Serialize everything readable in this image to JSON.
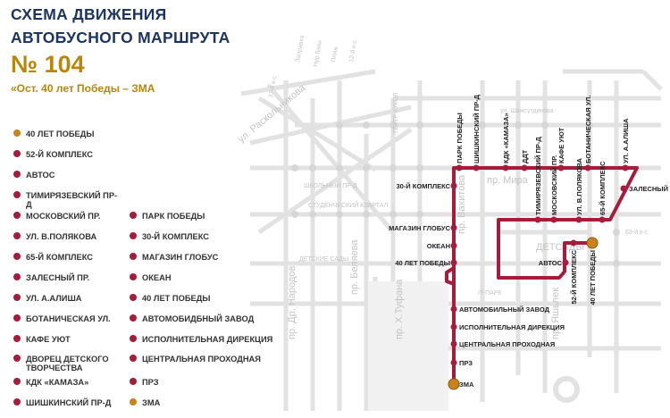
{
  "header": {
    "title_line1": "СХЕМА ДВИЖЕНИЯ",
    "title_line2": "АВТОБУСНОГО МАРШРУТА",
    "route_number": "№ 104",
    "route_name": "«Ост. 40 лет Победы – ЗМА"
  },
  "colors": {
    "route": "#a61c3c",
    "terminal": "#c8841a",
    "title": "#1d3461",
    "accent": "#b8860b",
    "streets": "#dcdcdc"
  },
  "legend": {
    "left": [
      {
        "label": "40 ЛЕТ ПОБЕДЫ",
        "terminal": true
      },
      {
        "label": "52-Й КОМПЛЕКС"
      },
      {
        "label": "АВТОС"
      },
      {
        "label": "ТИМИРЯЗЕВСКИЙ ПР-Д"
      },
      {
        "label": "МОСКОВСКИЙ ПР."
      },
      {
        "label": "УЛ. В.ПОЛЯКОВА"
      },
      {
        "label": "65-Й КОМПЛЕКС"
      },
      {
        "label": "ЗАЛЕСНЫЙ ПР."
      },
      {
        "label": "УЛ. А.АЛИША"
      },
      {
        "label": "БОТАНИЧЕСКАЯ УЛ."
      },
      {
        "label": "КАФЕ УЮТ"
      },
      {
        "label": "ДВОРЕЦ ДЕТСКОГО ТВОРЧЕСТВА"
      },
      {
        "label": "КДК «КАМАЗА»"
      },
      {
        "label": "ШИШКИНСКИЙ ПР-Д"
      }
    ],
    "right": [
      {
        "label": "ПАРК ПОБЕДЫ"
      },
      {
        "label": "30-Й КОМПЛЕКС"
      },
      {
        "label": "МАГАЗИН ГЛОБУС"
      },
      {
        "label": "ОКЕАН"
      },
      {
        "label": "40 ЛЕТ ПОБЕДЫ"
      },
      {
        "label": "АВТОМОБИДБНЫЙ ЗАВОД"
      },
      {
        "label": "ИСПОЛНИТЕЛЬНАЯ ДИРЕКЦИЯ"
      },
      {
        "label": "ЦЕНТРАЛЬНАЯ ПРОХОДНАЯ"
      },
      {
        "label": "ПРЗ"
      },
      {
        "label": "ЗМА",
        "terminal": true
      }
    ]
  },
  "map": {
    "stops": [
      {
        "label": "ПАРК ПОБЕДЫ"
      },
      {
        "label": "ШИШКИНСКИЙ ПР-Д"
      },
      {
        "label": "КДК «КАМАЗА»"
      },
      {
        "label": "ДДТ"
      },
      {
        "label": "КАФЕ УЮТ"
      },
      {
        "label": "БОТАНИЧЕСКАЯ УЛ."
      },
      {
        "label": "УЛ. А.АЛИША"
      },
      {
        "label": "ЗАЛЕСНЫЙ ПР."
      },
      {
        "label": "65-Й КОМПЛЕКС"
      },
      {
        "label": "УЛ. В.ПОЛЯКОВА"
      },
      {
        "label": "МОСКОВСКИЙ ПР."
      },
      {
        "label": "ТИМИРЯЗЕВСКИЙ ПР-Д"
      },
      {
        "label": "АВТОС"
      },
      {
        "label": "52-Й КОМПЛЕКС"
      },
      {
        "label": "40 ЛЕТ ПОБЕДЫ",
        "terminal": true
      },
      {
        "label": "30-Й КОМПЛЕКС"
      },
      {
        "label": "МАГАЗИН ГЛОБУС"
      },
      {
        "label": "ОКЕАН"
      },
      {
        "label": "40 ЛЕТ ПОБЕДЫ"
      },
      {
        "label": "АВТОМОБИЛЬНЫЙ ЗАВОД"
      },
      {
        "label": "ИСПОЛНИТЕЛЬНАЯ ДИРЕКЦИЯ"
      },
      {
        "label": "ЦЕНТРАЛЬНАЯ ПРОХОДНАЯ"
      },
      {
        "label": "ПРЗ"
      },
      {
        "label": "ЗМА",
        "terminal": true
      }
    ],
    "street_labels": [
      "пр. Мира",
      "пр. Вахитова",
      "ДЕТСАДЫ",
      "пр. Яшьлек",
      "пр. Др. Народов",
      "пр. Беляева",
      "пр. Х.Туфана",
      "ул. Раскольникова",
      "Заправка",
      "Нур баян",
      "Пляж",
      "37-й к-с",
      "12-й к-с",
      "63-й к-с",
      "СТУДЕНЧЕСКИЙ КВАРТАЛ",
      "ШКОЛЬНЫЙ ПР-Д",
      "ДЕТСКИЕ САДЫ",
      "IT-ПАРК",
      "ТЕАТР КУКОЛ",
      "ул. Шамсутдинова"
    ]
  }
}
